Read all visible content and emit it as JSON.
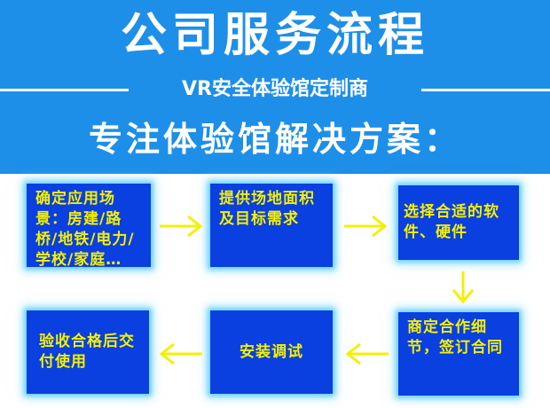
{
  "header": {
    "title": "公司服务流程",
    "tagline": "VR安全体验馆定制商",
    "subtitle": "专注体验馆解决方案："
  },
  "colors": {
    "header_bg": "#1e8fe8",
    "box_bg": "#0a3fe0",
    "box_text": "#f4f000",
    "arrow": "#f4f000"
  },
  "steps": [
    {
      "text": "确定应用场景：房建/路桥/地铁/电力/学校/家庭…"
    },
    {
      "text": "提供场地面积及目标需求"
    },
    {
      "text": "选择合适的软件、硬件"
    },
    {
      "text": "商定合作细节，签订合同"
    },
    {
      "text": "安装调试"
    },
    {
      "text": "验收合格后交付使用"
    }
  ],
  "icons": [
    "arrow-right-icon",
    "arrow-down-icon",
    "arrow-left-icon"
  ]
}
